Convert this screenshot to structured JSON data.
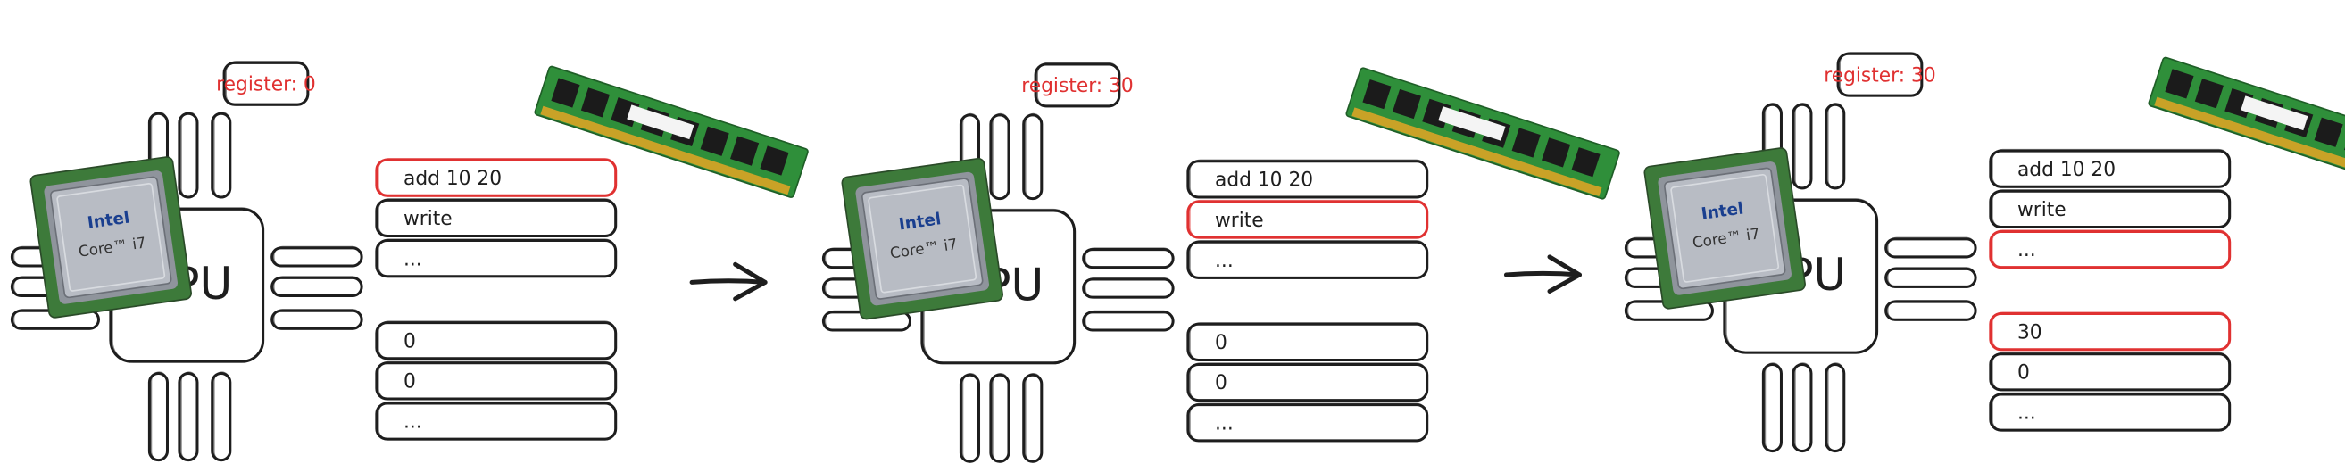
{
  "colors": {
    "ink": "#1e1e1e",
    "highlight": "#e03131",
    "ram_board": "#2f8f3a",
    "ram_chip": "#1b1b1b",
    "ram_pins": "#c9a227",
    "chip_body": "#b8bcc4",
    "chip_board": "#3d7a3a"
  },
  "icons": {
    "cpu_photo": "intel-core-i7-processor-icon",
    "ram_photo": "ram-module-icon",
    "arrow": "right-arrow-icon"
  },
  "processor_label": "CPU",
  "chip_brand": {
    "line1": "Intel",
    "line2": "Core™ i7"
  },
  "arrows": [
    {
      "name": "step-1-to-2"
    },
    {
      "name": "step-2-to-3"
    }
  ],
  "states": [
    {
      "register": "register: 0",
      "instructions": [
        {
          "text": "add 10 20",
          "highlight": true
        },
        {
          "text": "write",
          "highlight": false
        },
        {
          "text": "...",
          "highlight": false
        }
      ],
      "memory": [
        {
          "text": "0",
          "highlight": false
        },
        {
          "text": "0",
          "highlight": false
        },
        {
          "text": "...",
          "highlight": false
        }
      ]
    },
    {
      "register": "register: 30",
      "instructions": [
        {
          "text": "add 10 20",
          "highlight": false
        },
        {
          "text": "write",
          "highlight": true
        },
        {
          "text": "...",
          "highlight": false
        }
      ],
      "memory": [
        {
          "text": "0",
          "highlight": false
        },
        {
          "text": "0",
          "highlight": false
        },
        {
          "text": "...",
          "highlight": false
        }
      ]
    },
    {
      "register": "register: 30",
      "instructions": [
        {
          "text": "add 10 20",
          "highlight": false
        },
        {
          "text": "write",
          "highlight": false
        },
        {
          "text": "...",
          "highlight": true
        }
      ],
      "memory": [
        {
          "text": "30",
          "highlight": true
        },
        {
          "text": "0",
          "highlight": false
        },
        {
          "text": "...",
          "highlight": false
        }
      ]
    }
  ]
}
